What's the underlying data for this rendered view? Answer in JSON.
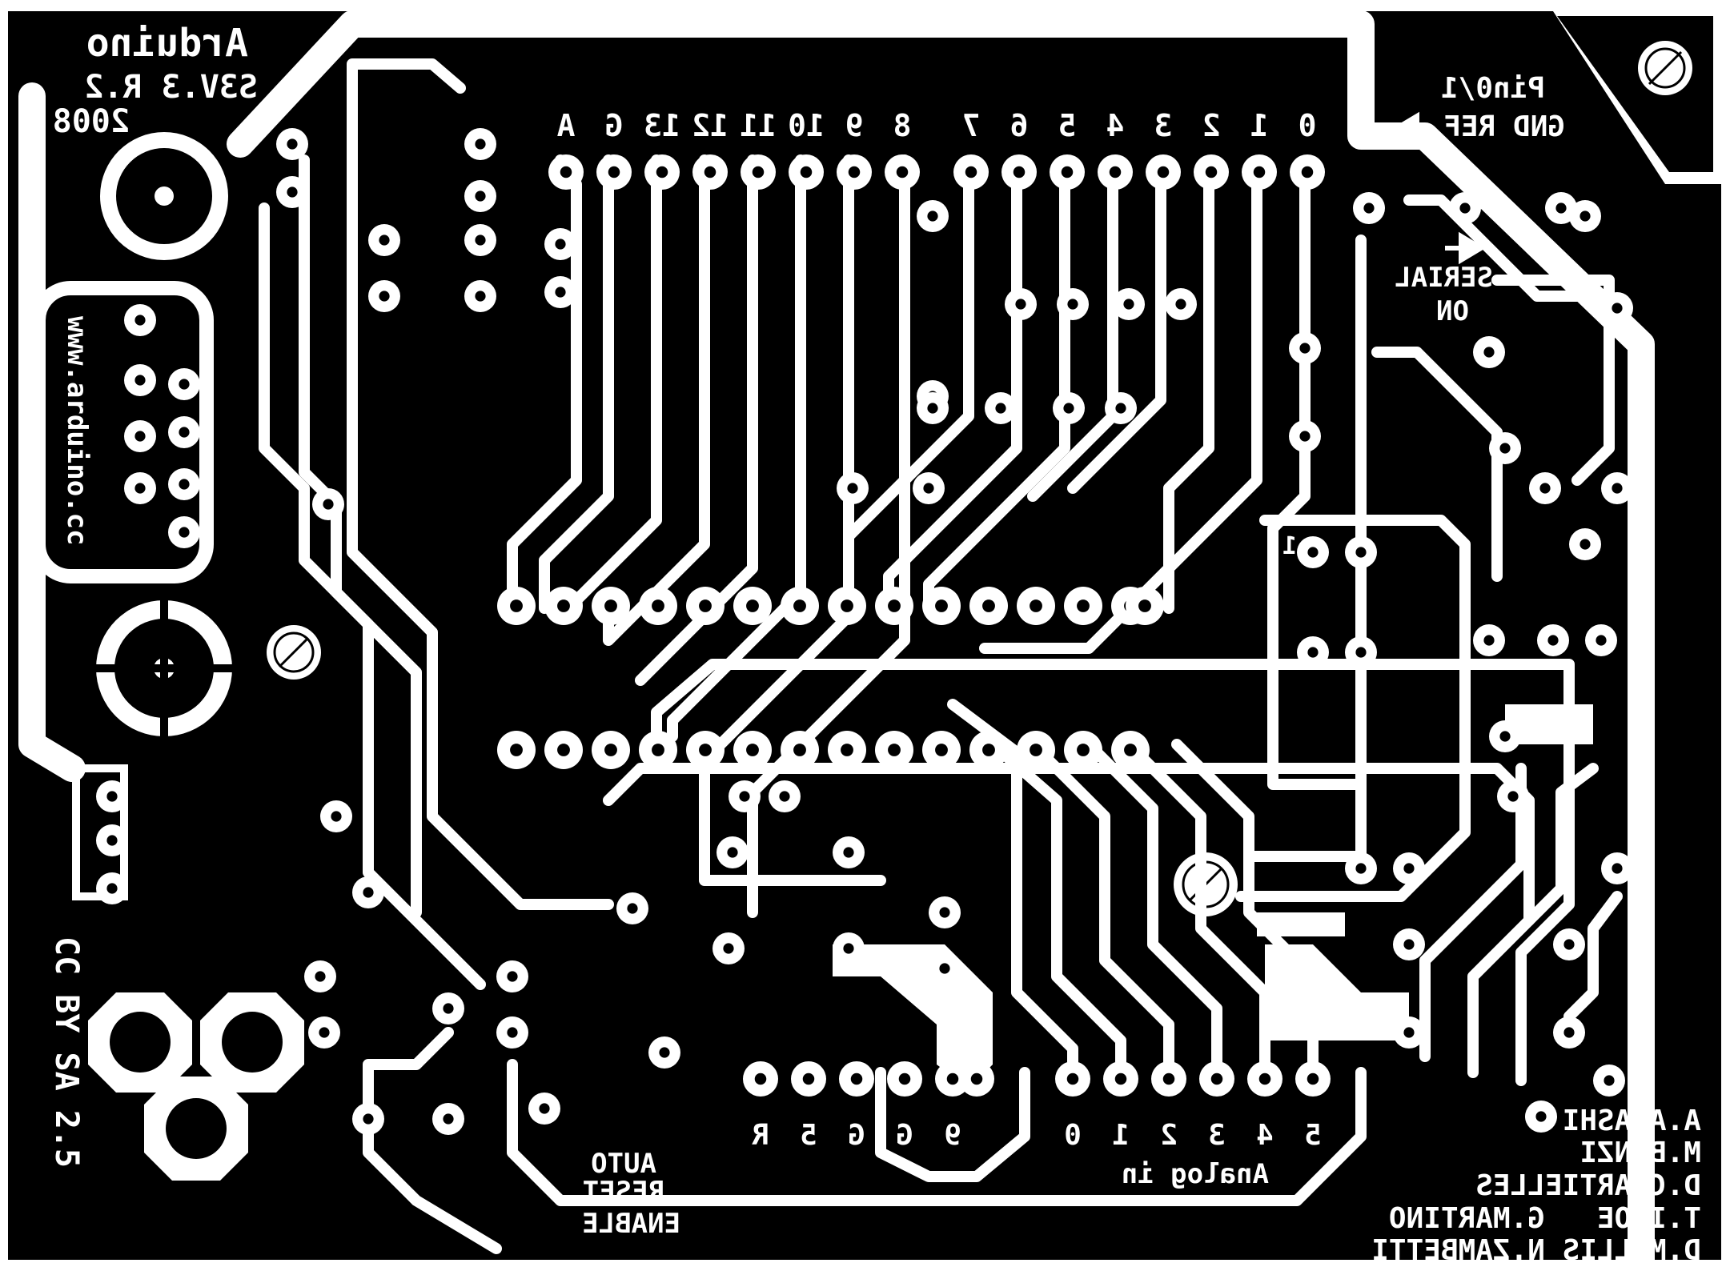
{
  "header": {
    "title_line1": "Arduino",
    "title_line2": "S3V.3 R.2",
    "title_line3": "2008"
  },
  "website": "www.arduino.cc",
  "pin_header": {
    "right_labels": [
      "0",
      "1",
      "2",
      "3",
      "4",
      "5",
      "6",
      "7"
    ],
    "left_labels": [
      "8",
      "9",
      "10",
      "11",
      "12",
      "13",
      "G",
      "A"
    ]
  },
  "pin01_label": "Pin0/1",
  "gndref_label": "GND REF",
  "serial_label": "SERIAL",
  "on_label": "ON",
  "ic_pin1_label": "1",
  "power_label": "CC BY SA 2.5",
  "power_header_labels": [
    "R",
    "5",
    "G",
    "G",
    "9"
  ],
  "analog_labels": [
    "0",
    "1",
    "2",
    "3",
    "4",
    "5"
  ],
  "analog_in_label": "Analog in",
  "auto_reset_lines": [
    "AUTO",
    "RESET",
    "ENABLE"
  ],
  "credits": [
    "A.AKASHI",
    "M.BANZI",
    "D.CUARTIELLES",
    "T.IGOE   G.MARTINO",
    "D.MELLIS N.ZAMBETTI"
  ],
  "colors": {
    "board": "#000000",
    "copper": "#ffffff"
  }
}
